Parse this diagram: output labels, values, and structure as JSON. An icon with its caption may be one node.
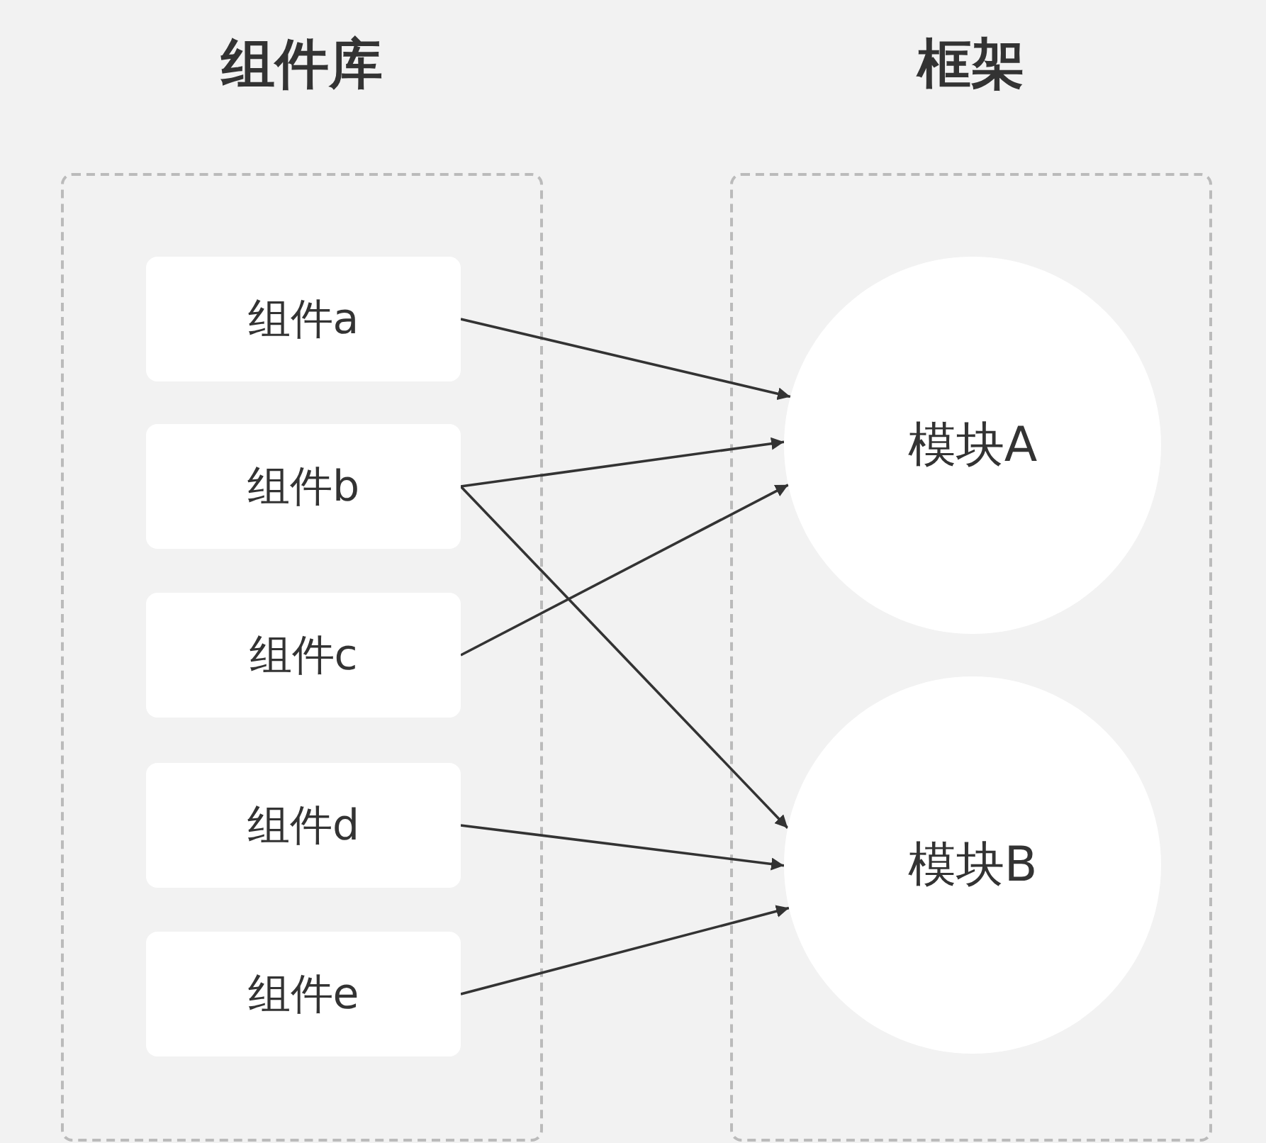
{
  "diagram": {
    "nodes": [
      {
        "text": [
          "组件库"
        ]
      },
      {
        "text": [
          "组件a"
        ],
        "in": 0
      },
      {
        "text": [
          "组件b"
        ],
        "in": 0
      },
      {
        "text": [
          "组件c"
        ],
        "in": 0
      },
      {
        "text": [
          "组件d"
        ],
        "in": 0
      },
      {
        "text": [
          "组件e"
        ],
        "in": 0
      },
      {
        "text": [
          "框架"
        ]
      },
      {
        "text": [
          "模块A"
        ],
        "in": 6
      },
      {
        "text": [
          "模块B"
        ],
        "in": 6
      }
    ],
    "edges": [
      {
        "from": 1,
        "to": 7,
        "arrow": "to"
      },
      {
        "from": 2,
        "to": 7,
        "arrow": "to"
      },
      {
        "from": 2,
        "to": 8,
        "arrow": "to"
      },
      {
        "from": 3,
        "to": 7,
        "arrow": "to"
      },
      {
        "from": 4,
        "to": 8,
        "arrow": "to"
      },
      {
        "from": 5,
        "to": 8,
        "arrow": "to"
      }
    ]
  }
}
